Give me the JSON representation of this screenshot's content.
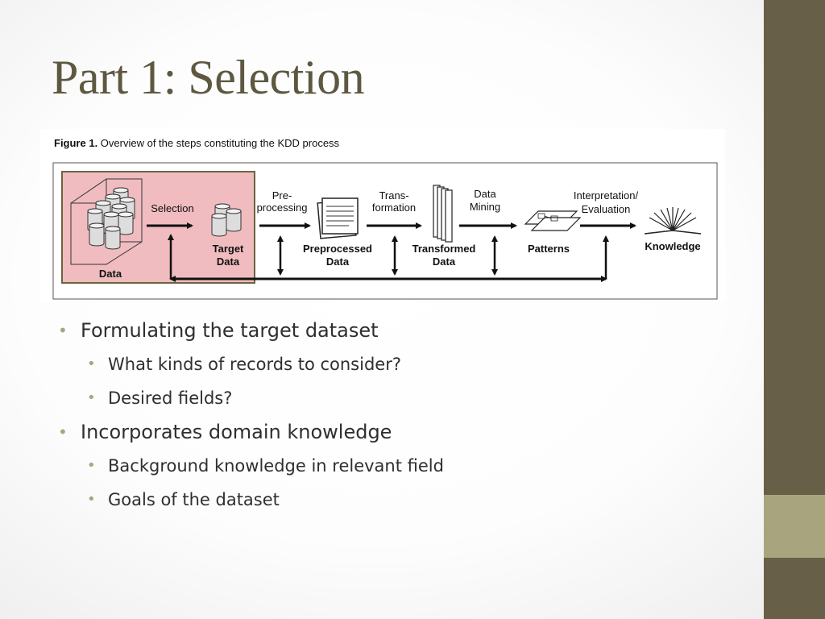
{
  "slide": {
    "title": "Part 1: Selection"
  },
  "figure": {
    "caption_label": "Figure 1.",
    "caption_text": " Overview of the steps constituting the KDD process",
    "labels": {
      "data": "Data",
      "selection": "Selection",
      "target_data_1": "Target",
      "target_data_2": "Data",
      "preprocessing_1": "Pre-",
      "preprocessing_2": "processing",
      "preprocessed_1": "Preprocessed",
      "preprocessed_2": "Data",
      "transformation_1": "Trans-",
      "transformation_2": "formation",
      "transformed_1": "Transformed",
      "transformed_2": "Data",
      "data_mining_1": "Data",
      "data_mining_2": "Mining",
      "patterns": "Patterns",
      "interpretation_1": "Interpretation/",
      "interpretation_2": "Evaluation",
      "knowledge": "Knowledge"
    },
    "highlight_color": "#f0bcc0"
  },
  "bullets": [
    {
      "level": 1,
      "text": "Formulating the target dataset"
    },
    {
      "level": 2,
      "text": "What kinds of records to consider?"
    },
    {
      "level": 2,
      "text": "Desired fields?"
    },
    {
      "level": 1,
      "text": "Incorporates domain knowledge"
    },
    {
      "level": 2,
      "text": "Background knowledge in relevant field"
    },
    {
      "level": 2,
      "text": "Goals of the dataset"
    }
  ],
  "theme": {
    "sidebar_color": "#675f47",
    "sidebar_accent_color": "#a8a57e",
    "title_color": "#5e5840"
  }
}
